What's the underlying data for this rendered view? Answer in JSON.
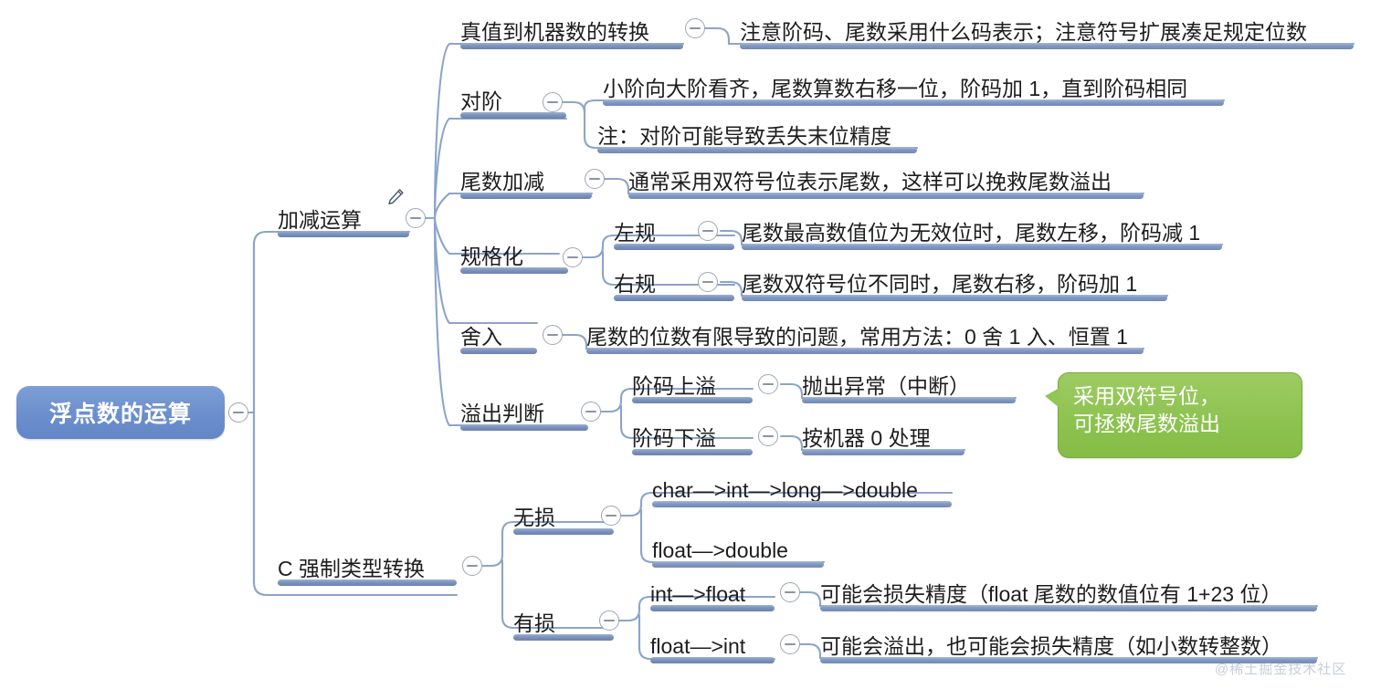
{
  "root": {
    "label": "浮点数的运算"
  },
  "branches": [
    {
      "label": "加减运算",
      "children": [
        {
          "label": "真值到机器数的转换",
          "children": [
            {
              "label": "注意阶码、尾数采用什么码表示；注意符号扩展凑足规定位数"
            }
          ]
        },
        {
          "label": "对阶",
          "children": [
            {
              "label": "小阶向大阶看齐，尾数算数右移一位，阶码加 1，直到阶码相同"
            },
            {
              "label": "注：对阶可能导致丢失末位精度"
            }
          ]
        },
        {
          "label": "尾数加减",
          "children": [
            {
              "label": "通常采用双符号位表示尾数，这样可以挽救尾数溢出"
            }
          ]
        },
        {
          "label": "规格化",
          "children": [
            {
              "label": "左规",
              "children": [
                {
                  "label": "尾数最高数值位为无效位时，尾数左移，阶码减 1"
                }
              ]
            },
            {
              "label": "右规",
              "children": [
                {
                  "label": "尾数双符号位不同时，尾数右移，阶码加 1"
                }
              ]
            }
          ]
        },
        {
          "label": "舍入",
          "children": [
            {
              "label": "尾数的位数有限导致的问题，常用方法：0 舍 1 入、恒置 1"
            }
          ]
        },
        {
          "label": "溢出判断",
          "children": [
            {
              "label": "阶码上溢",
              "children": [
                {
                  "label": "抛出异常（中断）"
                }
              ]
            },
            {
              "label": "阶码下溢",
              "children": [
                {
                  "label": "按机器 0 处理"
                }
              ]
            }
          ]
        }
      ]
    },
    {
      "label": "C 强制类型转换",
      "children": [
        {
          "label": "无损",
          "children": [
            {
              "label": "char—>int—>long—>double"
            },
            {
              "label": "float—>double"
            }
          ]
        },
        {
          "label": "有损",
          "children": [
            {
              "label": "int—>float",
              "children": [
                {
                  "label": "可能会损失精度（float 尾数的数值位有 1+23 位）"
                }
              ]
            },
            {
              "label": "float—>int",
              "children": [
                {
                  "label": "可能会溢出，也可能会损失精度（如小数转整数）"
                }
              ]
            }
          ]
        }
      ]
    }
  ],
  "callout": {
    "line1": "采用双符号位，",
    "line2": "可拯救尾数溢出"
  },
  "icons": {
    "collapse": "minus-circle-icon",
    "edit": "pencil-icon"
  },
  "watermark": {
    "text": "@稀土掘金技术社区"
  },
  "colors": {
    "root_fill": "#6b8fcd",
    "bar": "#7c93bd",
    "line": "#8ca4c9",
    "callout_fill": "#8cc24f",
    "text": "#1d1d1f"
  }
}
